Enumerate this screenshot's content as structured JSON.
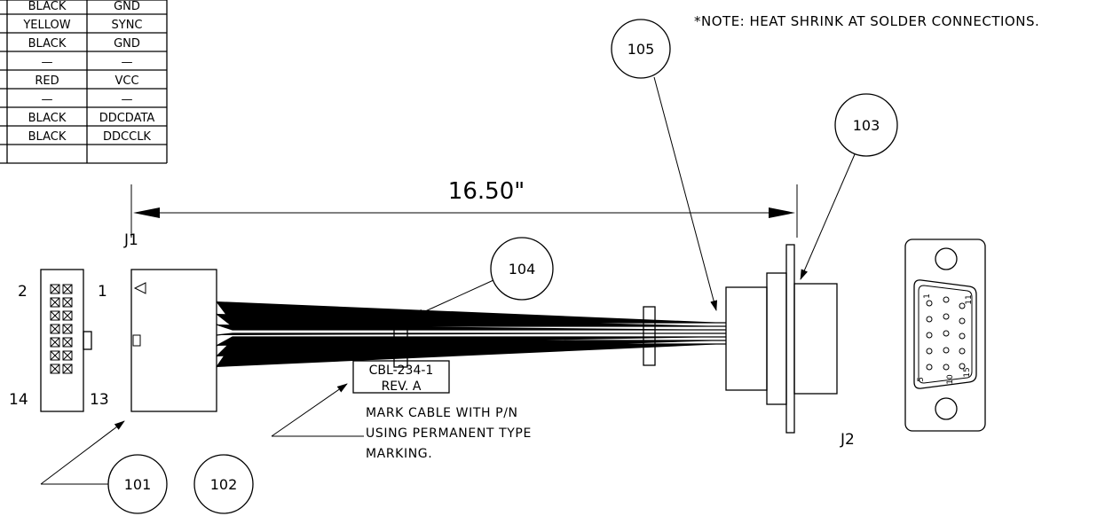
{
  "wire_table": {
    "rows": [
      {
        "color": "BLACK",
        "signal": "GND"
      },
      {
        "color": "YELLOW",
        "signal": "SYNC"
      },
      {
        "color": "BLACK",
        "signal": "GND"
      },
      {
        "color": "—",
        "signal": "—"
      },
      {
        "color": "RED",
        "signal": "VCC"
      },
      {
        "color": "—",
        "signal": "—"
      },
      {
        "color": "BLACK",
        "signal": "DDCDATA"
      },
      {
        "color": "BLACK",
        "signal": "DDCCLK"
      }
    ]
  },
  "note": "*NOTE: HEAT SHRINK AT SOLDER CONNECTIONS.",
  "dimension": "16.50\"",
  "connectors": {
    "j1": "J1",
    "j2": "J2",
    "header_pins": {
      "top_left": "2",
      "top_right": "1",
      "bottom_left": "14",
      "bottom_right": "13"
    },
    "dsub_pins": {
      "pin1": "1",
      "pin5": "5",
      "pin10": "10",
      "pin11": "11",
      "pin15": "15"
    }
  },
  "callouts": {
    "c101": "101",
    "c102": "102",
    "c103": "103",
    "c104": "104",
    "c105": "105"
  },
  "cable_label": {
    "line1": "CBL-234-1",
    "line2": "REV. A"
  },
  "marking_note": {
    "line1": "MARK CABLE WITH P/N",
    "line2": "USING PERMANENT TYPE",
    "line3": "MARKING."
  }
}
